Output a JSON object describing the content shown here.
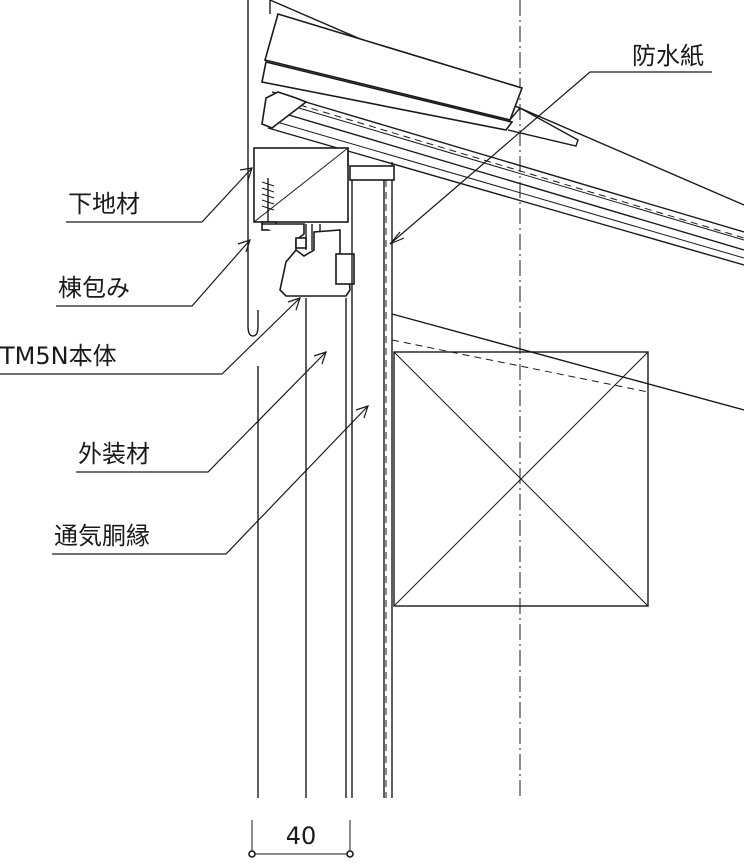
{
  "labels": {
    "waterproof_paper": "防水紙",
    "base_material": "下地材",
    "ridge_cover": "棟包み",
    "main_body": "TM5N本体",
    "exterior_material": "外装材",
    "ventilation_furring": "通気胴縁"
  },
  "dimension": {
    "value": "40"
  }
}
